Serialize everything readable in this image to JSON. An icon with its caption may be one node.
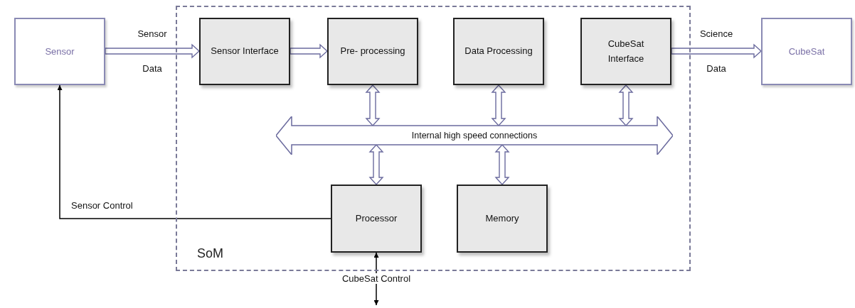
{
  "diagram": {
    "nodes": [
      {
        "text": [
          "Sensor"
        ]
      },
      {
        "text": [
          "SoM"
        ]
      },
      {
        "text": [
          "Sensor Interface"
        ],
        "in": 1
      },
      {
        "text": [
          "Pre- processing"
        ],
        "in": 1
      },
      {
        "text": [
          "Data Processing"
        ],
        "in": 1
      },
      {
        "text": [
          "CubeSat Interface"
        ],
        "in": 1
      },
      {
        "text": [
          "Internal high speed connections"
        ],
        "in": 1
      },
      {
        "text": [
          "Processor"
        ],
        "in": 1
      },
      {
        "text": [
          "Memory"
        ],
        "in": 1
      },
      {
        "text": [
          "CubeSat"
        ]
      }
    ],
    "edges": [
      {
        "from": 0,
        "to": 2,
        "arrow": "to",
        "label": "Sensor Data"
      },
      {
        "from": 2,
        "to": 3,
        "arrow": "to"
      },
      {
        "from": 3,
        "to": 6,
        "arrow": "both"
      },
      {
        "from": 4,
        "to": 6,
        "arrow": "both"
      },
      {
        "from": 5,
        "to": 6,
        "arrow": "both"
      },
      {
        "from": 6,
        "to": 7,
        "arrow": "both"
      },
      {
        "from": 6,
        "to": 8,
        "arrow": "both"
      },
      {
        "from": 5,
        "to": 9,
        "arrow": "to",
        "label": "Science Data"
      },
      {
        "from": 7,
        "to": 0,
        "arrow": "to",
        "label": "Sensor Control",
        "color": "#000000"
      },
      {
        "from": 7,
        "to": null,
        "arrow": "both",
        "label": "CubeSat Control",
        "color": "#000000"
      }
    ]
  }
}
